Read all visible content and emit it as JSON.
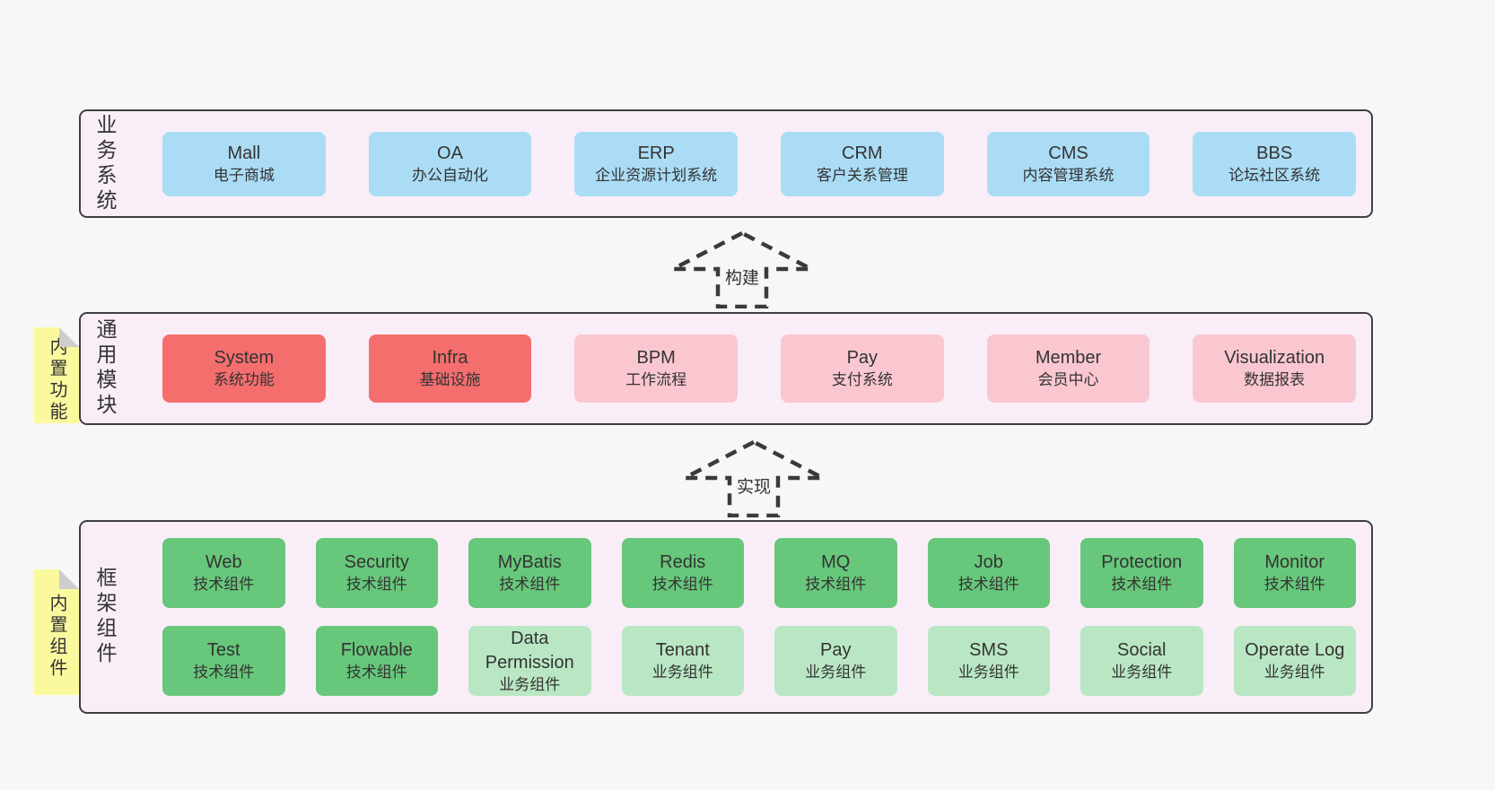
{
  "colors": {
    "page_bg": "#f7f7f7",
    "band_fill": "#f9eef7",
    "band_border": "#3f3f3f",
    "box_blue": "#abdcf5",
    "box_red": "#f56e6e",
    "box_pink": "#fac7d1",
    "box_green_dark": "#67c77b",
    "box_green_light": "#bae7c3",
    "note_yellow": "#fbf99e",
    "note_fold_gray": "#cdcdcd",
    "text": "#333333"
  },
  "arrows": {
    "build": "构建",
    "implement": "实现"
  },
  "bands": {
    "business": {
      "label": "业务系统",
      "boxes": [
        {
          "title": "Mall",
          "subtitle": "电子商城",
          "variant": "blue"
        },
        {
          "title": "OA",
          "subtitle": "办公自动化",
          "variant": "blue"
        },
        {
          "title": "ERP",
          "subtitle": "企业资源计划系统",
          "variant": "blue"
        },
        {
          "title": "CRM",
          "subtitle": "客户关系管理",
          "variant": "blue"
        },
        {
          "title": "CMS",
          "subtitle": "内容管理系统",
          "variant": "blue"
        },
        {
          "title": "BBS",
          "subtitle": "论坛社区系统",
          "variant": "blue"
        }
      ]
    },
    "modules": {
      "label": "通用模块",
      "note": "内置功能",
      "boxes": [
        {
          "title": "System",
          "subtitle": "系统功能",
          "variant": "red"
        },
        {
          "title": "Infra",
          "subtitle": "基础设施",
          "variant": "red"
        },
        {
          "title": "BPM",
          "subtitle": "工作流程",
          "variant": "pink"
        },
        {
          "title": "Pay",
          "subtitle": "支付系统",
          "variant": "pink"
        },
        {
          "title": "Member",
          "subtitle": "会员中心",
          "variant": "pink"
        },
        {
          "title": "Visualization",
          "subtitle": "数据报表",
          "variant": "pink"
        }
      ]
    },
    "framework": {
      "label": "框架组件",
      "note": "内置组件",
      "row1": [
        {
          "title": "Web",
          "subtitle": "技术组件",
          "variant": "green-dark"
        },
        {
          "title": "Security",
          "subtitle": "技术组件",
          "variant": "green-dark"
        },
        {
          "title": "MyBatis",
          "subtitle": "技术组件",
          "variant": "green-dark"
        },
        {
          "title": "Redis",
          "subtitle": "技术组件",
          "variant": "green-dark"
        },
        {
          "title": "MQ",
          "subtitle": "技术组件",
          "variant": "green-dark"
        },
        {
          "title": "Job",
          "subtitle": "技术组件",
          "variant": "green-dark"
        },
        {
          "title": "Protection",
          "subtitle": "技术组件",
          "variant": "green-dark"
        },
        {
          "title": "Monitor",
          "subtitle": "技术组件",
          "variant": "green-dark"
        }
      ],
      "row2": [
        {
          "title": "Test",
          "subtitle": "技术组件",
          "variant": "green-dark"
        },
        {
          "title": "Flowable",
          "subtitle": "技术组件",
          "variant": "green-dark"
        },
        {
          "title": "Data Permission",
          "subtitle": "业务组件",
          "variant": "green-light"
        },
        {
          "title": "Tenant",
          "subtitle": "业务组件",
          "variant": "green-light"
        },
        {
          "title": "Pay",
          "subtitle": "业务组件",
          "variant": "green-light"
        },
        {
          "title": "SMS",
          "subtitle": "业务组件",
          "variant": "green-light"
        },
        {
          "title": "Social",
          "subtitle": "业务组件",
          "variant": "green-light"
        },
        {
          "title": "Operate Log",
          "subtitle": "业务组件",
          "variant": "green-light"
        }
      ]
    }
  }
}
